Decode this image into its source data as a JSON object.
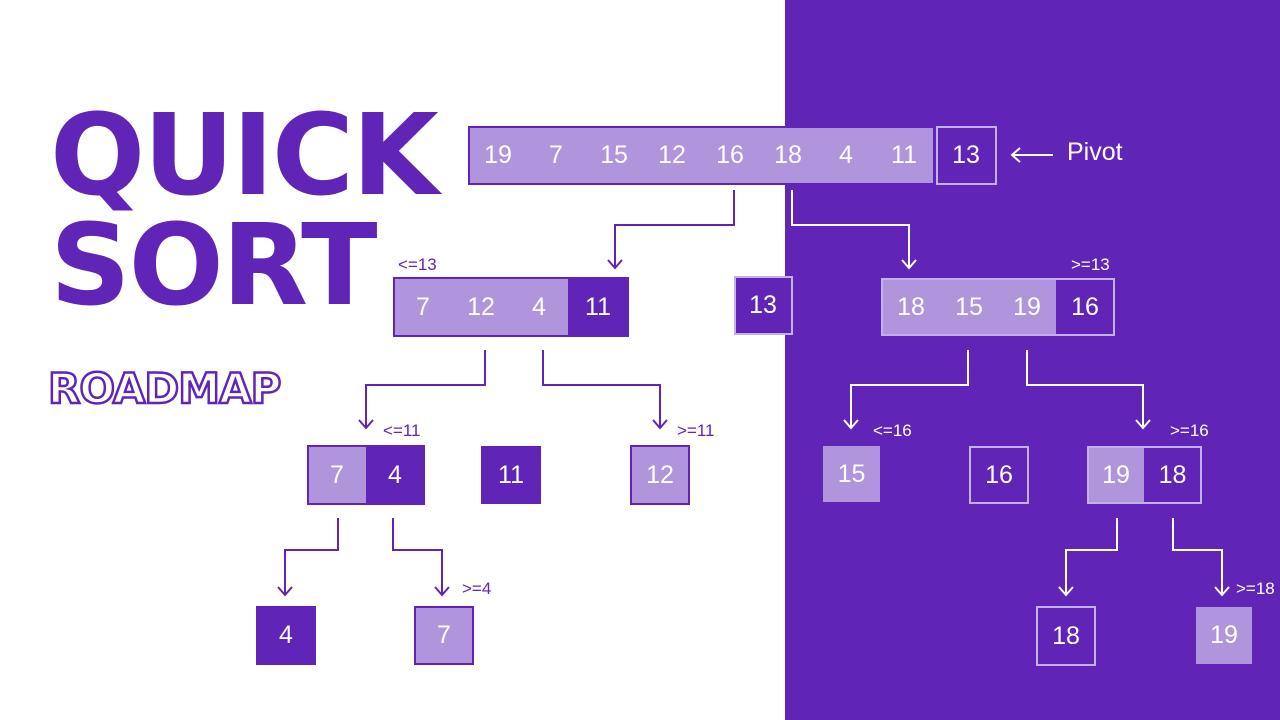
{
  "title": {
    "line1": "QUICK",
    "line2": "SORT",
    "subtitle": "ROADMAP"
  },
  "pivot_label": "Pivot",
  "colors": {
    "primary": "#6024b6",
    "light": "#b094dc",
    "white": "#ffffff"
  },
  "tree": {
    "root": {
      "values": [
        "19",
        "7",
        "15",
        "12",
        "16",
        "18",
        "4",
        "11",
        "13"
      ],
      "pivot": "13"
    },
    "left": {
      "label": "<=13",
      "values": [
        "7",
        "12",
        "4",
        "11"
      ]
    },
    "pivot_node": {
      "values": [
        "13"
      ]
    },
    "right": {
      "label": ">=13",
      "values": [
        "18",
        "15",
        "19",
        "16"
      ]
    },
    "left_left": {
      "label": "<=11",
      "values": [
        "7",
        "4"
      ]
    },
    "left_pivot": {
      "values": [
        "11"
      ]
    },
    "left_right": {
      "label": ">=11",
      "values": [
        "12"
      ]
    },
    "right_left": {
      "label": "<=16",
      "values": [
        "15"
      ]
    },
    "right_pivot": {
      "values": [
        "16"
      ]
    },
    "right_right": {
      "label": ">=16",
      "values": [
        "19",
        "18"
      ]
    },
    "ll_left": {
      "values": [
        "4"
      ]
    },
    "ll_right": {
      "label": ">=4",
      "values": [
        "7"
      ]
    },
    "rr_left": {
      "values": [
        "18"
      ]
    },
    "rr_right": {
      "label": ">=18",
      "values": [
        "19"
      ]
    }
  }
}
